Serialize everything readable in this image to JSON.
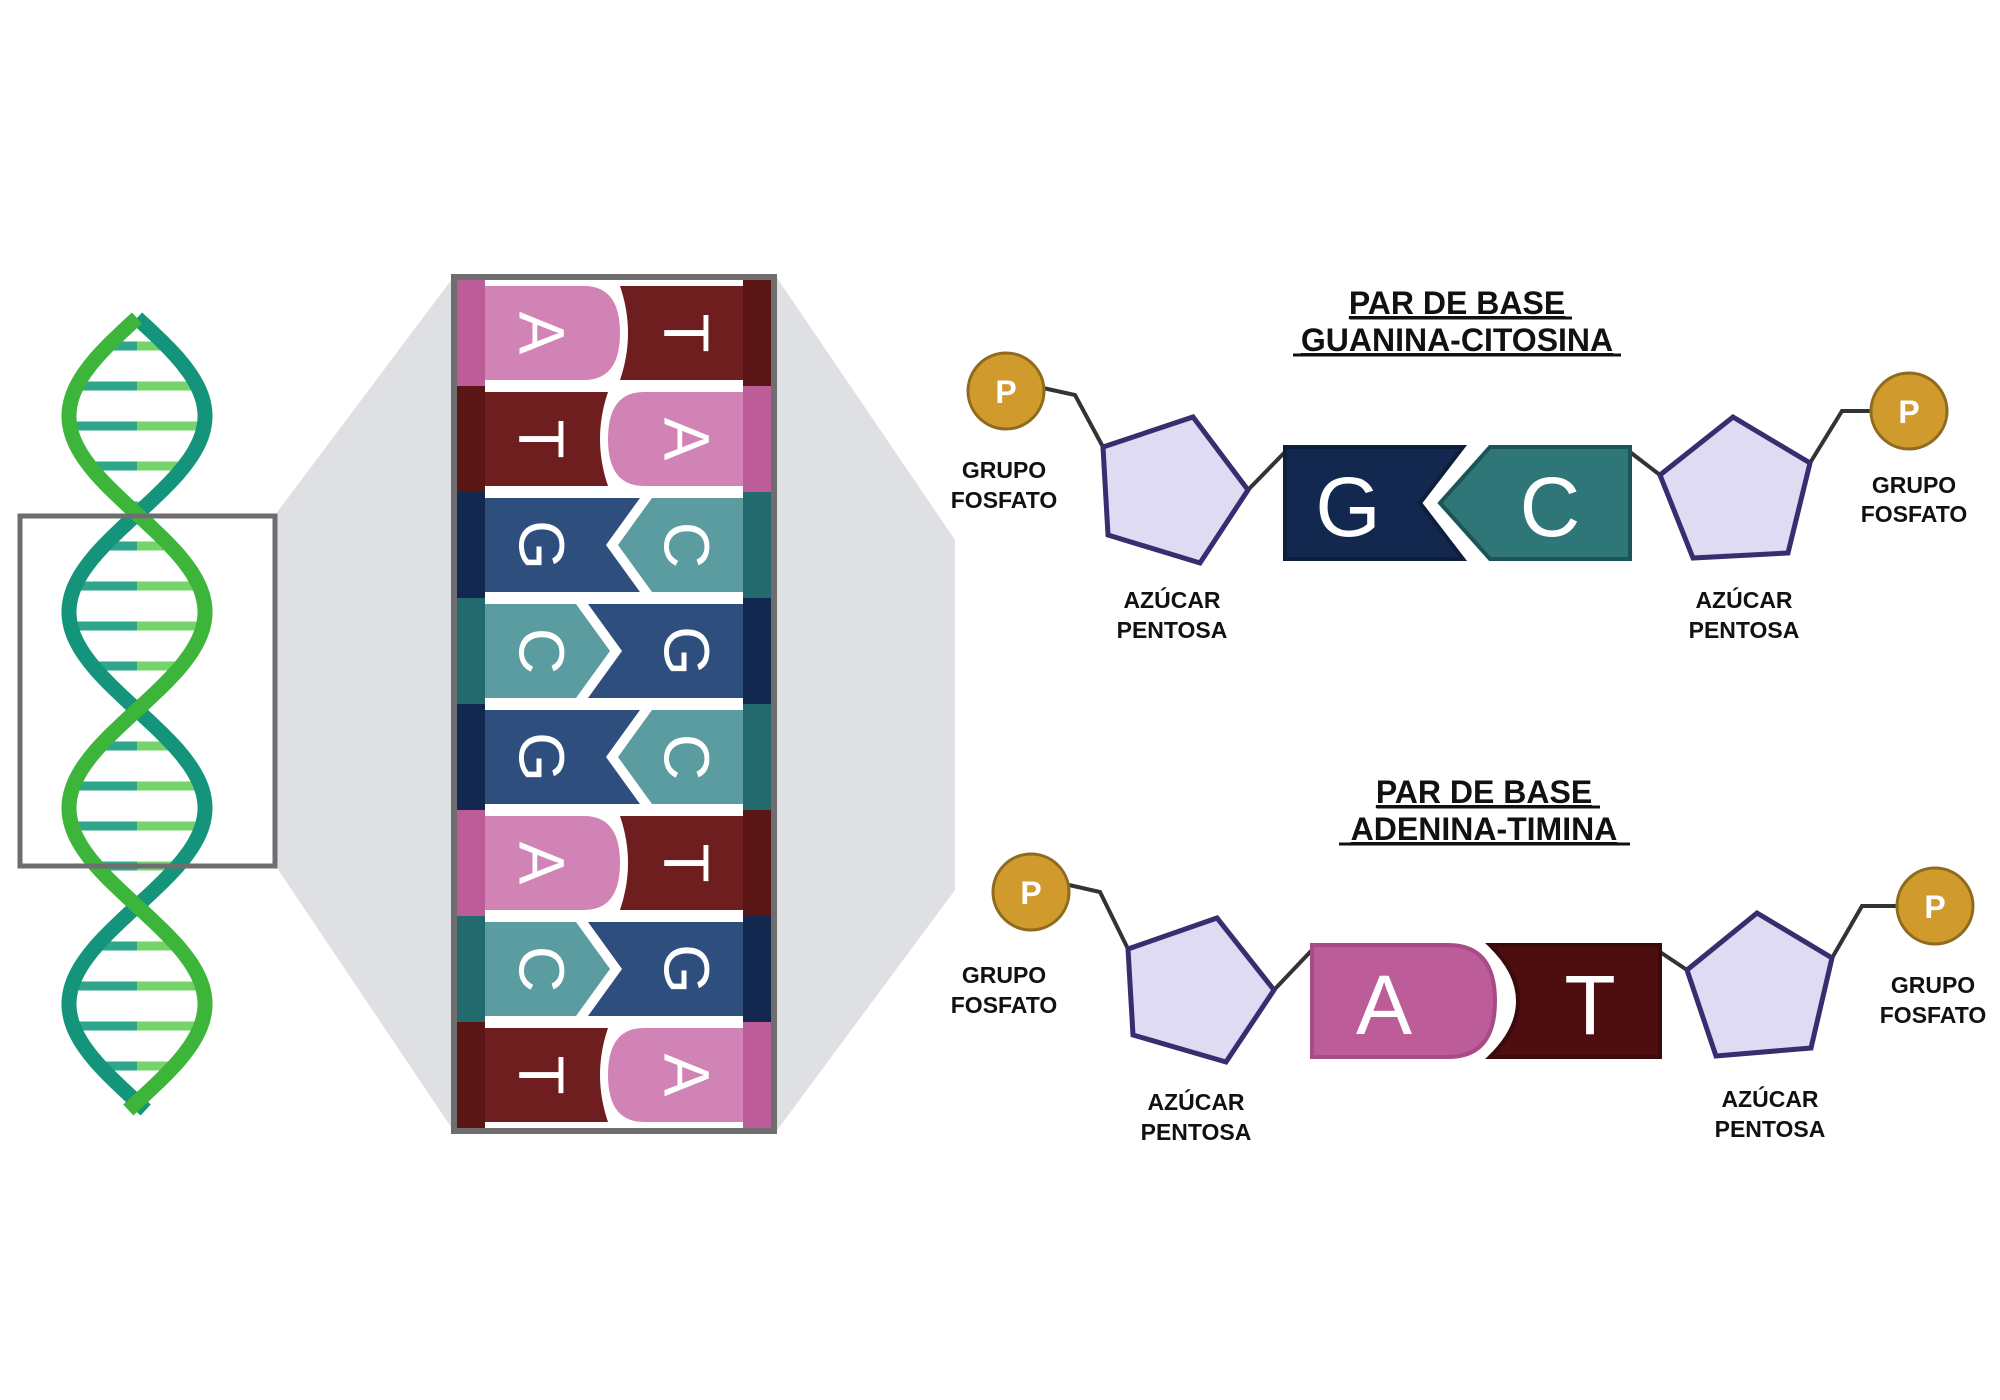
{
  "ladder": {
    "rows": [
      {
        "left": "A",
        "right": "T"
      },
      {
        "left": "T",
        "right": "A"
      },
      {
        "left": "G",
        "right": "C"
      },
      {
        "left": "C",
        "right": "G"
      },
      {
        "left": "G",
        "right": "C"
      },
      {
        "left": "A",
        "right": "T"
      },
      {
        "left": "C",
        "right": "G"
      },
      {
        "left": "T",
        "right": "A"
      }
    ]
  },
  "gc_pair": {
    "title_line1": "PAR DE BASE",
    "title_line2": "GUANINA-CITOSINA",
    "left_base": "G",
    "right_base": "C",
    "phosphate": "P",
    "phosphate_label_line1": "GRUPO",
    "phosphate_label_line2": "FOSFATO",
    "sugar_label_line1": "AZÚCAR",
    "sugar_label_line2": "PENTOSA"
  },
  "at_pair": {
    "title_line1": "PAR DE BASE",
    "title_line2": "ADENINA-TIMINA",
    "left_base": "A",
    "right_base": "T",
    "phosphate": "P",
    "phosphate_label_line1": "GRUPO",
    "phosphate_label_line2": "FOSFATO",
    "sugar_label_line1": "AZÚCAR",
    "sugar_label_line2": "PENTOSA"
  },
  "colors": {
    "adenine": "#D183B6",
    "adenine_dark": "#BC5C98",
    "thymine": "#6E1E1E",
    "thymine_dark": "#5A1515",
    "guanine": "#2E4E7E",
    "guanine_dark": "#13284F",
    "cytosine": "#5A9CA0",
    "cytosine_dark": "#226A6E",
    "helix_light": "#3DB53A",
    "helix_dark": "#14947A",
    "phosphate": "#D09A2C",
    "sugar_fill": "#DEDBF3",
    "sugar_stroke": "#3A2C6E",
    "zoom_cone": "#DFE0E3",
    "frame": "#6E6E6E"
  }
}
